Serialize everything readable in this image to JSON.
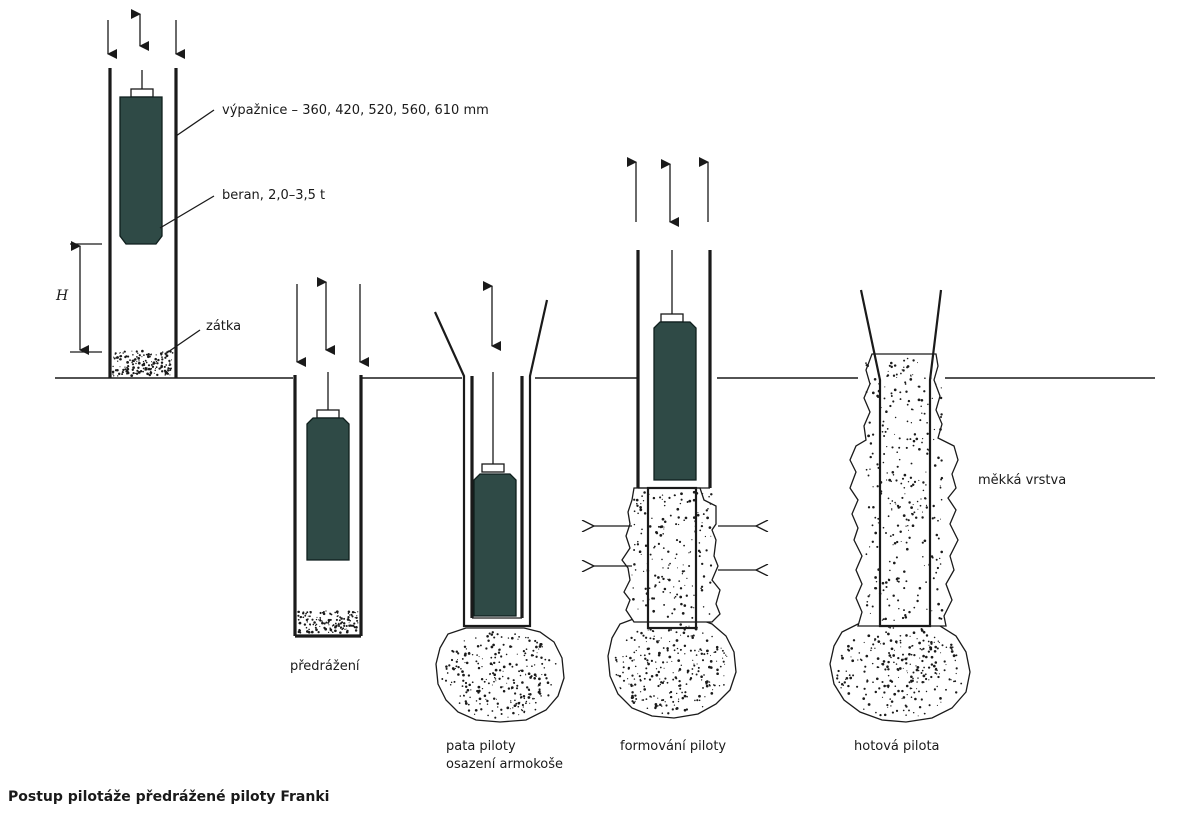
{
  "diagram": {
    "labels": {
      "casing": "výpažnice – 360, 420, 520, 560, 610 mm",
      "ram": "beran, 2,0–3,5 t",
      "height": "H",
      "plug": "zátka",
      "soft_layer": "měkká vrstva"
    },
    "stages": [
      {
        "label": "předrážení"
      },
      {
        "label": "pata piloty osazení armokoše",
        "line1": "pata piloty",
        "line2": "osazení armokoše"
      },
      {
        "label": "formování piloty"
      },
      {
        "label": "hotová pilota"
      }
    ],
    "caption": "Postup pilotáže předrážené piloty Franki"
  },
  "colors": {
    "ram": "#2f4a46",
    "ink": "#1a1a1a",
    "background": "#ffffff"
  }
}
